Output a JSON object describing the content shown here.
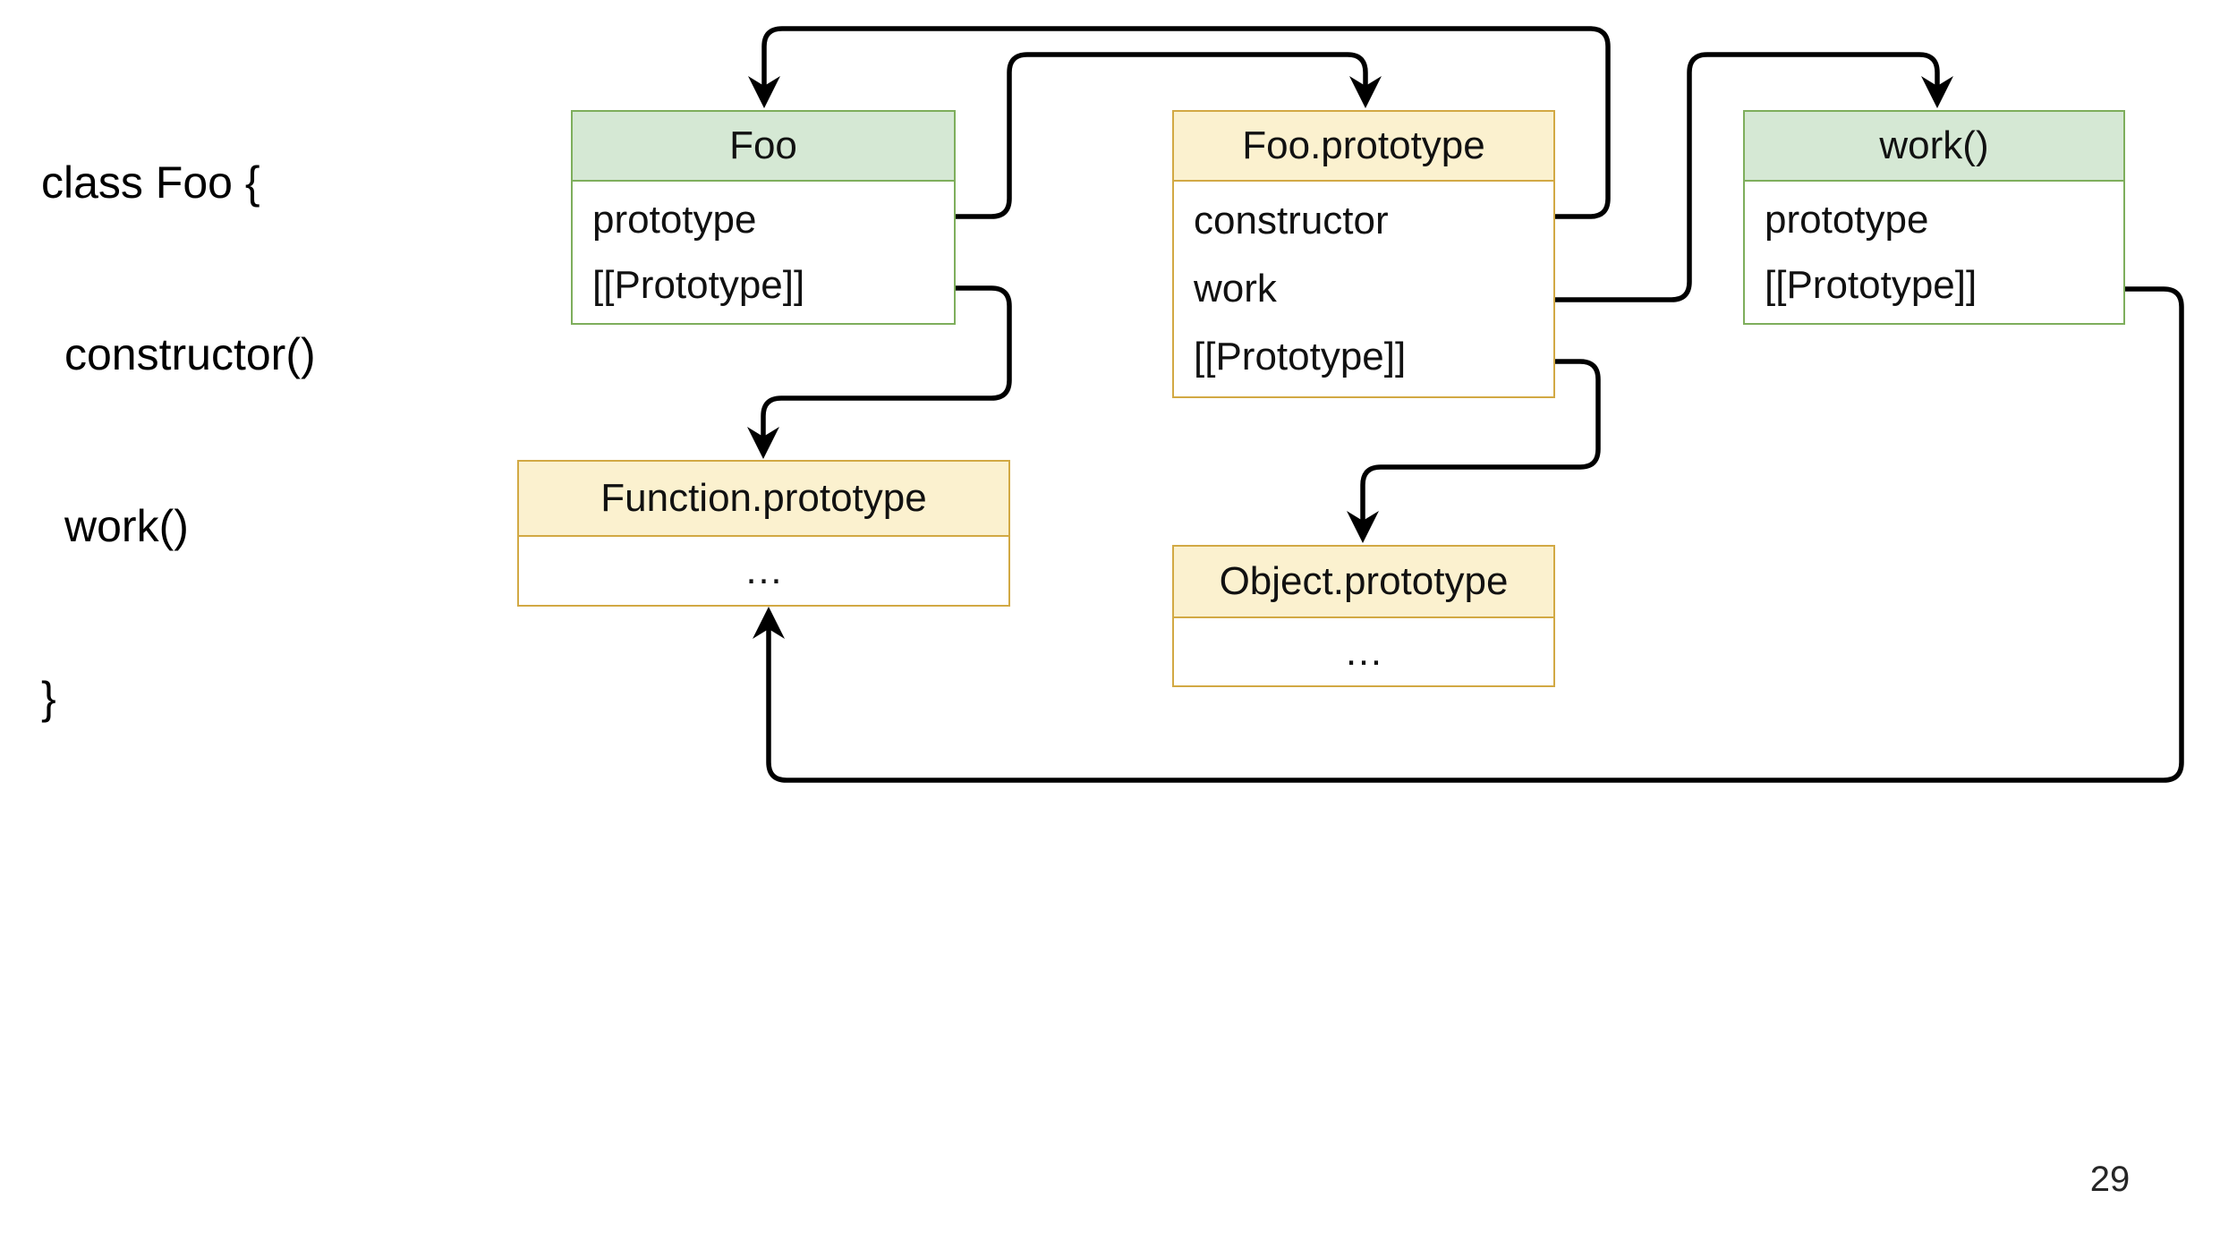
{
  "page": {
    "number": "29"
  },
  "code_snippet": {
    "lines": [
      "class Foo {",
      "constructor()",
      "work()",
      "}"
    ]
  },
  "colors": {
    "green-fill": "#d5e8d4",
    "green-border": "#7eae5c",
    "yellow-fill": "#fbf1cf",
    "yellow-border": "#d2a944",
    "edge": "#000000"
  },
  "boxes": [
    {
      "id": "foo",
      "title": "Foo",
      "theme": "green",
      "rows": [
        "prototype",
        "[[Prototype]]"
      ]
    },
    {
      "id": "foo-prototype",
      "title": "Foo.prototype",
      "theme": "yellow",
      "rows": [
        "constructor",
        "work",
        "[[Prototype]]"
      ]
    },
    {
      "id": "work-fn",
      "title": "work()",
      "theme": "green",
      "rows": [
        "prototype",
        "[[Prototype]]"
      ]
    },
    {
      "id": "function-prototype",
      "title": "Function.prototype",
      "theme": "yellow",
      "rows": [
        "…"
      ]
    },
    {
      "id": "object-prototype",
      "title": "Object.prototype",
      "theme": "yellow",
      "rows": [
        "…"
      ]
    }
  ],
  "edges": [
    {
      "id": "constructor-to-foo",
      "from": "Foo.prototype :: constructor",
      "to": "Foo (top)"
    },
    {
      "id": "prototype-to-foo-prototype",
      "from": "Foo :: prototype",
      "to": "Foo.prototype (top)"
    },
    {
      "id": "work-to-work-fn",
      "from": "Foo.prototype :: work",
      "to": "work() (top)"
    },
    {
      "id": "foo-proto-to-function-proto",
      "from": "Foo :: [[Prototype]]",
      "to": "Function.prototype (top)"
    },
    {
      "id": "fooproto-proto-to-object-proto",
      "from": "Foo.prototype :: [[Prototype]]",
      "to": "Object.prototype (top)"
    },
    {
      "id": "workfn-proto-to-function-proto",
      "from": "work() :: [[Prototype]]",
      "to": "Function.prototype (bottom)"
    }
  ]
}
